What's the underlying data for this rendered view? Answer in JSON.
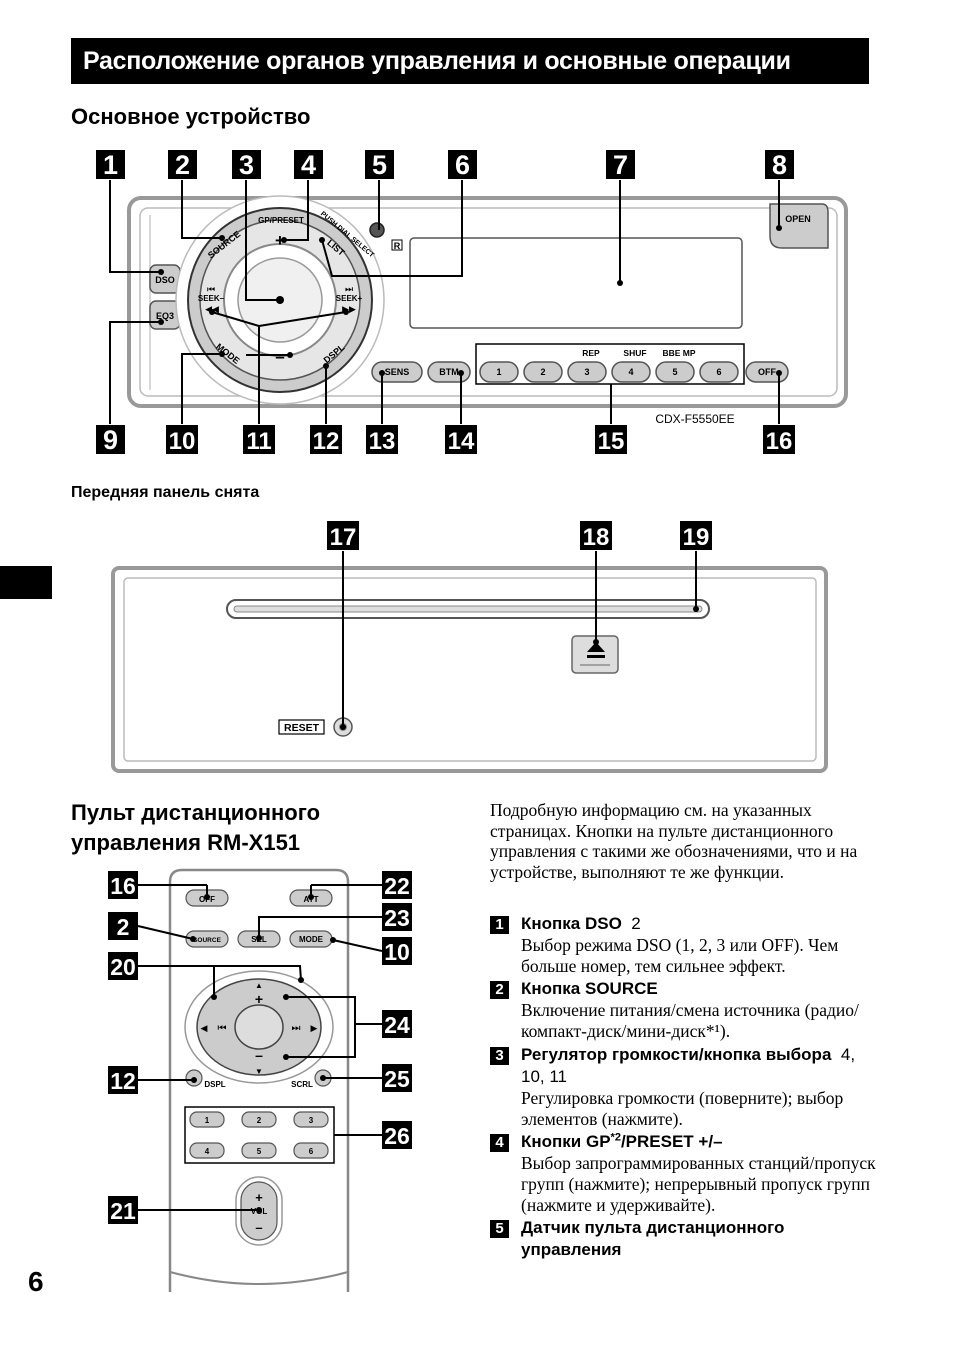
{
  "header": {
    "title": "Расположение органов управления и основные операции"
  },
  "sections": {
    "main_unit": "Основное устройство",
    "panel_removed": "Передняя панель снята",
    "remote": "Пульт дистанционного управления RM-X151"
  },
  "page_number": "6",
  "callouts": {
    "top_row": [
      "1",
      "2",
      "3",
      "4",
      "5",
      "6",
      "7",
      "8"
    ],
    "bottom_row": [
      "9",
      "10",
      "11",
      "12",
      "13",
      "14",
      "15",
      "16"
    ],
    "panel": [
      "17",
      "18",
      "19"
    ],
    "remote_left": [
      "16",
      "2",
      "20",
      "12",
      "21"
    ],
    "remote_right": [
      "22",
      "23",
      "10",
      "24",
      "25",
      "26"
    ]
  },
  "main_unit_labels": {
    "dso": "DSO",
    "eq3": "EQ3",
    "source": "SOURCE",
    "gp_preset": "GP/PRESET",
    "push_dial_select": "PUSH DIAL SELECT",
    "list": "LIST",
    "seek_minus": "SEEK–",
    "seek_plus": "SEEK+",
    "mode": "MODE",
    "dspl": "DSPL",
    "sens": "SENS",
    "btm": "BTM",
    "presets": [
      "1",
      "2",
      "3",
      "4",
      "5",
      "6"
    ],
    "rep": "REP",
    "shuf": "SHUF",
    "bbe_mp": "BBE MP",
    "off": "OFF",
    "open": "OPEN",
    "sensor_mark": "R",
    "plus": "+",
    "minus": "–",
    "model": "CDX-F5550EE"
  },
  "panel_labels": {
    "reset": "RESET"
  },
  "remote_labels": {
    "off": "OFF",
    "att": "ATT",
    "source": "SOURCE",
    "sel": "SEL",
    "mode": "MODE",
    "plus": "+",
    "minus": "–",
    "dspl": "DSPL",
    "scrl": "SCRL",
    "presets": [
      "1",
      "2",
      "3",
      "4",
      "5",
      "6"
    ],
    "vol_plus": "+",
    "vol": "VOL",
    "vol_minus": "–"
  },
  "intro": "Подробную информацию см. на указанных страницах. Кнопки на пульте дистанционного управления с такими же обозначениями, что и на устройстве, выполняют те же функции.",
  "items": [
    {
      "num": "1",
      "title": "Кнопка DSO",
      "ref": "2",
      "desc": "Выбор режима DSO (1, 2, 3 или OFF). Чем больше номер, тем сильнее эффект."
    },
    {
      "num": "2",
      "title": "Кнопка SOURCE",
      "ref": "",
      "desc": "Включение питания/смена источника (радио/компакт-диск/мини-диск*¹)."
    },
    {
      "num": "3",
      "title": "Регулятор громкости/кнопка выбора",
      "ref": "4, 10, 11",
      "desc": "Регулировка громкости (поверните); выбор элементов (нажмите)."
    },
    {
      "num": "4",
      "title_a": "Кнопки GP",
      "title_sup": "*2",
      "title_b": "/PRESET +/–",
      "desc": "Выбор запрограммированных станций/пропуск групп (нажмите); непрерывный пропуск групп (нажмите и удерживайте)."
    },
    {
      "num": "5",
      "title": "Датчик пульта дистанционного управления"
    }
  ]
}
